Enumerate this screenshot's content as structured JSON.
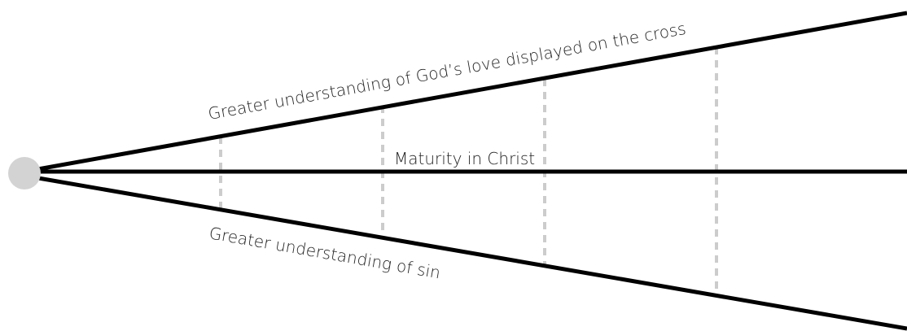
{
  "diagram": {
    "labels": {
      "upper_line": "Greater understanding of God’s love displayed on the cross",
      "middle_line": "Maturity in Christ",
      "lower_line": "Greater understanding of sin"
    },
    "colors": {
      "line": "#000000",
      "origin_dot": "#d3d3d3",
      "dashed_divider": "#cccccc"
    }
  }
}
